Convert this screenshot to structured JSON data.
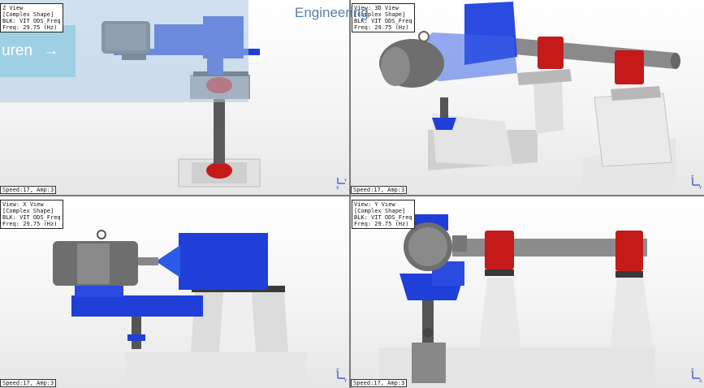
{
  "site": {
    "label": "Engineering",
    "cta_text": "uren",
    "cta_arrow": "→"
  },
  "views": {
    "top_left": {
      "lines": [
        "Z View",
        "[Complex Shape]",
        "BLK: VIT ODS_Freq",
        "Freq: 29.75 (Hz)"
      ],
      "status": "Speed:17, Amp:3",
      "axis": [
        "Y",
        "X"
      ]
    },
    "top_right": {
      "lines": [
        "View: 3D View",
        "[Complex Shape]",
        "BLK: VIT ODS_Freq",
        "Freq: 29.75 (Hz)"
      ],
      "status": "Speed:17, Amp:3",
      "axis": [
        "Z",
        "Y"
      ]
    },
    "bottom_left": {
      "lines": [
        "View: X View",
        "[Complex Shape]",
        "BLK: VIT ODS_Freq",
        "Freq: 29.75 (Hz)"
      ],
      "status": "Speed:17, Amp:3",
      "axis": [
        "Z",
        "Y"
      ]
    },
    "bottom_right": {
      "lines": [
        "View: Y View",
        "[Complex Shape]",
        "BLK: VIT ODS_Freq",
        "Freq: 29.75 (Hz)"
      ],
      "status": "Speed:17, Amp:3",
      "axis": [
        "Z",
        "X"
      ]
    }
  },
  "colors": {
    "gearbox_blue": "#1f3fd8",
    "bearing_red": "#c41a1a",
    "motor_gray": "#6e6e6e",
    "pedestal_gray": "#dcdcdc",
    "link_color": "#5a7fa6"
  }
}
